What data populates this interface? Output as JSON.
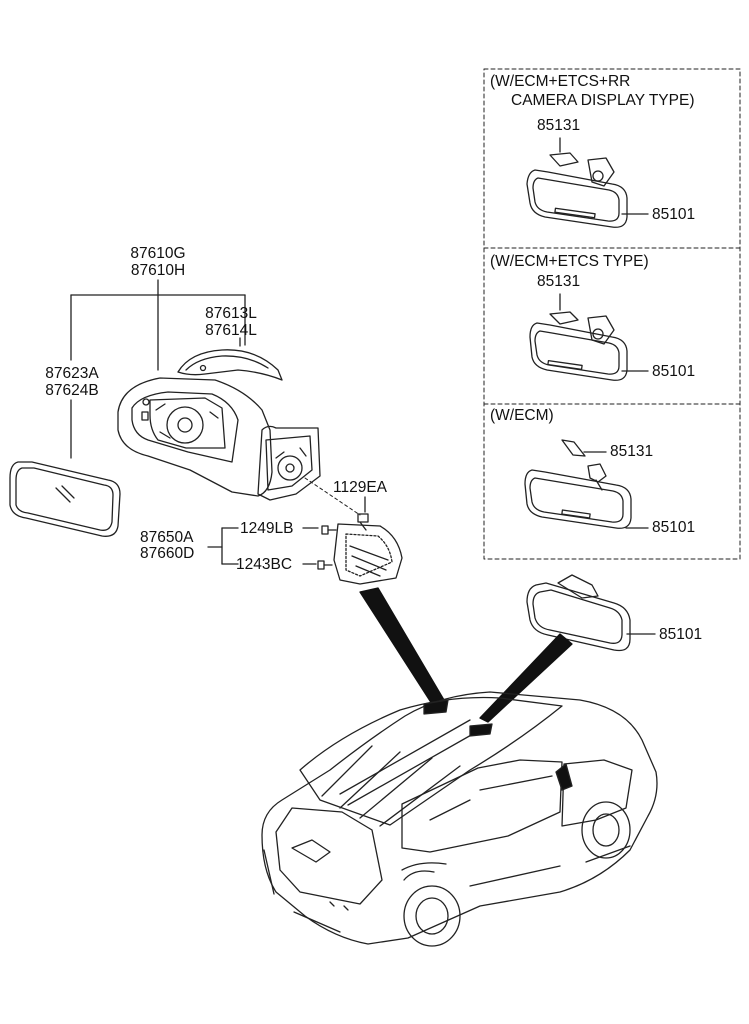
{
  "variants": {
    "rr_camera": {
      "line1": "(W/ECM+ETCS+RR",
      "line2": "CAMERA DISPLAY TYPE)"
    },
    "etcs": {
      "label": "(W/ECM+ETCS TYPE)"
    },
    "ecm": {
      "label": "(W/ECM)"
    }
  },
  "parts": {
    "holder_top": "85131",
    "mirror_top": "85101",
    "holder_mid": "85131",
    "mirror_mid": "85101",
    "holder_bot": "85131",
    "mirror_bot": "85101",
    "mirror_main": "85101",
    "outside_mirror_a": "87610G",
    "outside_mirror_b": "87610H",
    "cover_a": "87613L",
    "cover_b": "87614L",
    "glass_a": "87623A",
    "glass_b": "87624B",
    "screw": "1129EA",
    "garnish_a": "87650A",
    "garnish_b": "87660D",
    "bolt_a": "1249LB",
    "bolt_b": "1243BC"
  },
  "icons": [
    "inside-rearview-mirror-icon",
    "mirror-holder-icon",
    "outside-mirror-icon",
    "screw-icon",
    "suv-vehicle-icon"
  ]
}
